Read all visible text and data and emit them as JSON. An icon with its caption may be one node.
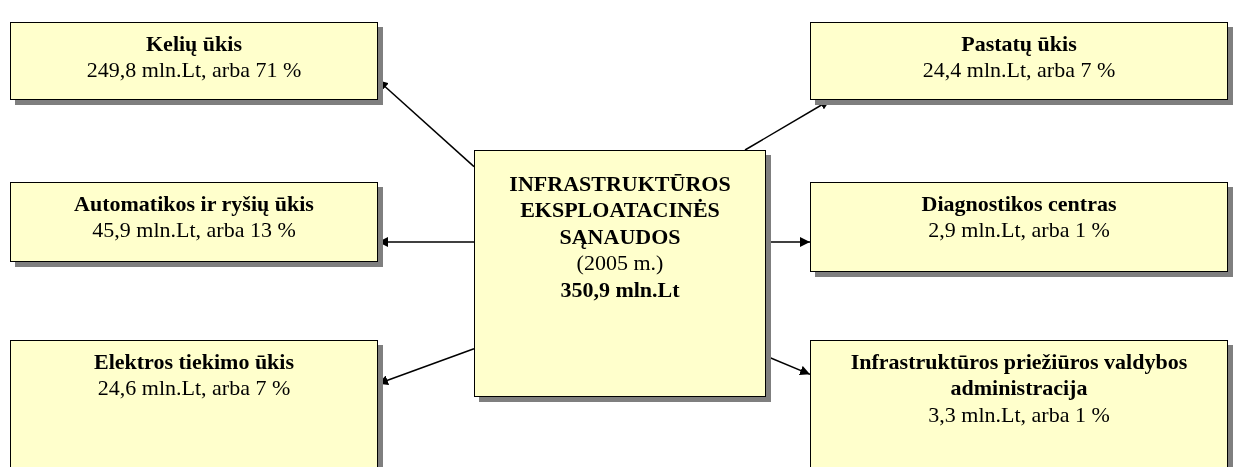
{
  "diagram": {
    "nodes": [
      {
        "text": [
          "Kelių ūkis",
          "249,8 mln.Lt, arba 71 %"
        ]
      },
      {
        "text": [
          "Pastatų ūkis",
          "24,4 mln.Lt, arba 7 %"
        ]
      },
      {
        "text": [
          "INFRASTRUKTŪROS EKSPLOATACINĖS SĄNAUDOS",
          "(2005 m.)",
          "350,9 mln.Lt"
        ]
      },
      {
        "text": [
          "Automatikos ir ryšių ūkis",
          "45,9 mln.Lt, arba 13 %"
        ]
      },
      {
        "text": [
          "Diagnostikos centras",
          "2,9 mln.Lt, arba 1 %"
        ]
      },
      {
        "text": [
          "Elektros tiekimo ūkis",
          "24,6 mln.Lt, arba 7 %"
        ]
      },
      {
        "text": [
          "Infrastruktūros priežiūros valdybos administracija",
          "3,3 mln.Lt, arba 1 %"
        ]
      }
    ],
    "edges": [
      {
        "from": 2,
        "to": 0,
        "arrow": "to"
      },
      {
        "from": 2,
        "to": 1,
        "arrow": "to"
      },
      {
        "from": 2,
        "to": 3,
        "arrow": "to"
      },
      {
        "from": 2,
        "to": 4,
        "arrow": "to"
      },
      {
        "from": 2,
        "to": 5,
        "arrow": "to"
      },
      {
        "from": 2,
        "to": 6,
        "arrow": "to"
      }
    ]
  }
}
